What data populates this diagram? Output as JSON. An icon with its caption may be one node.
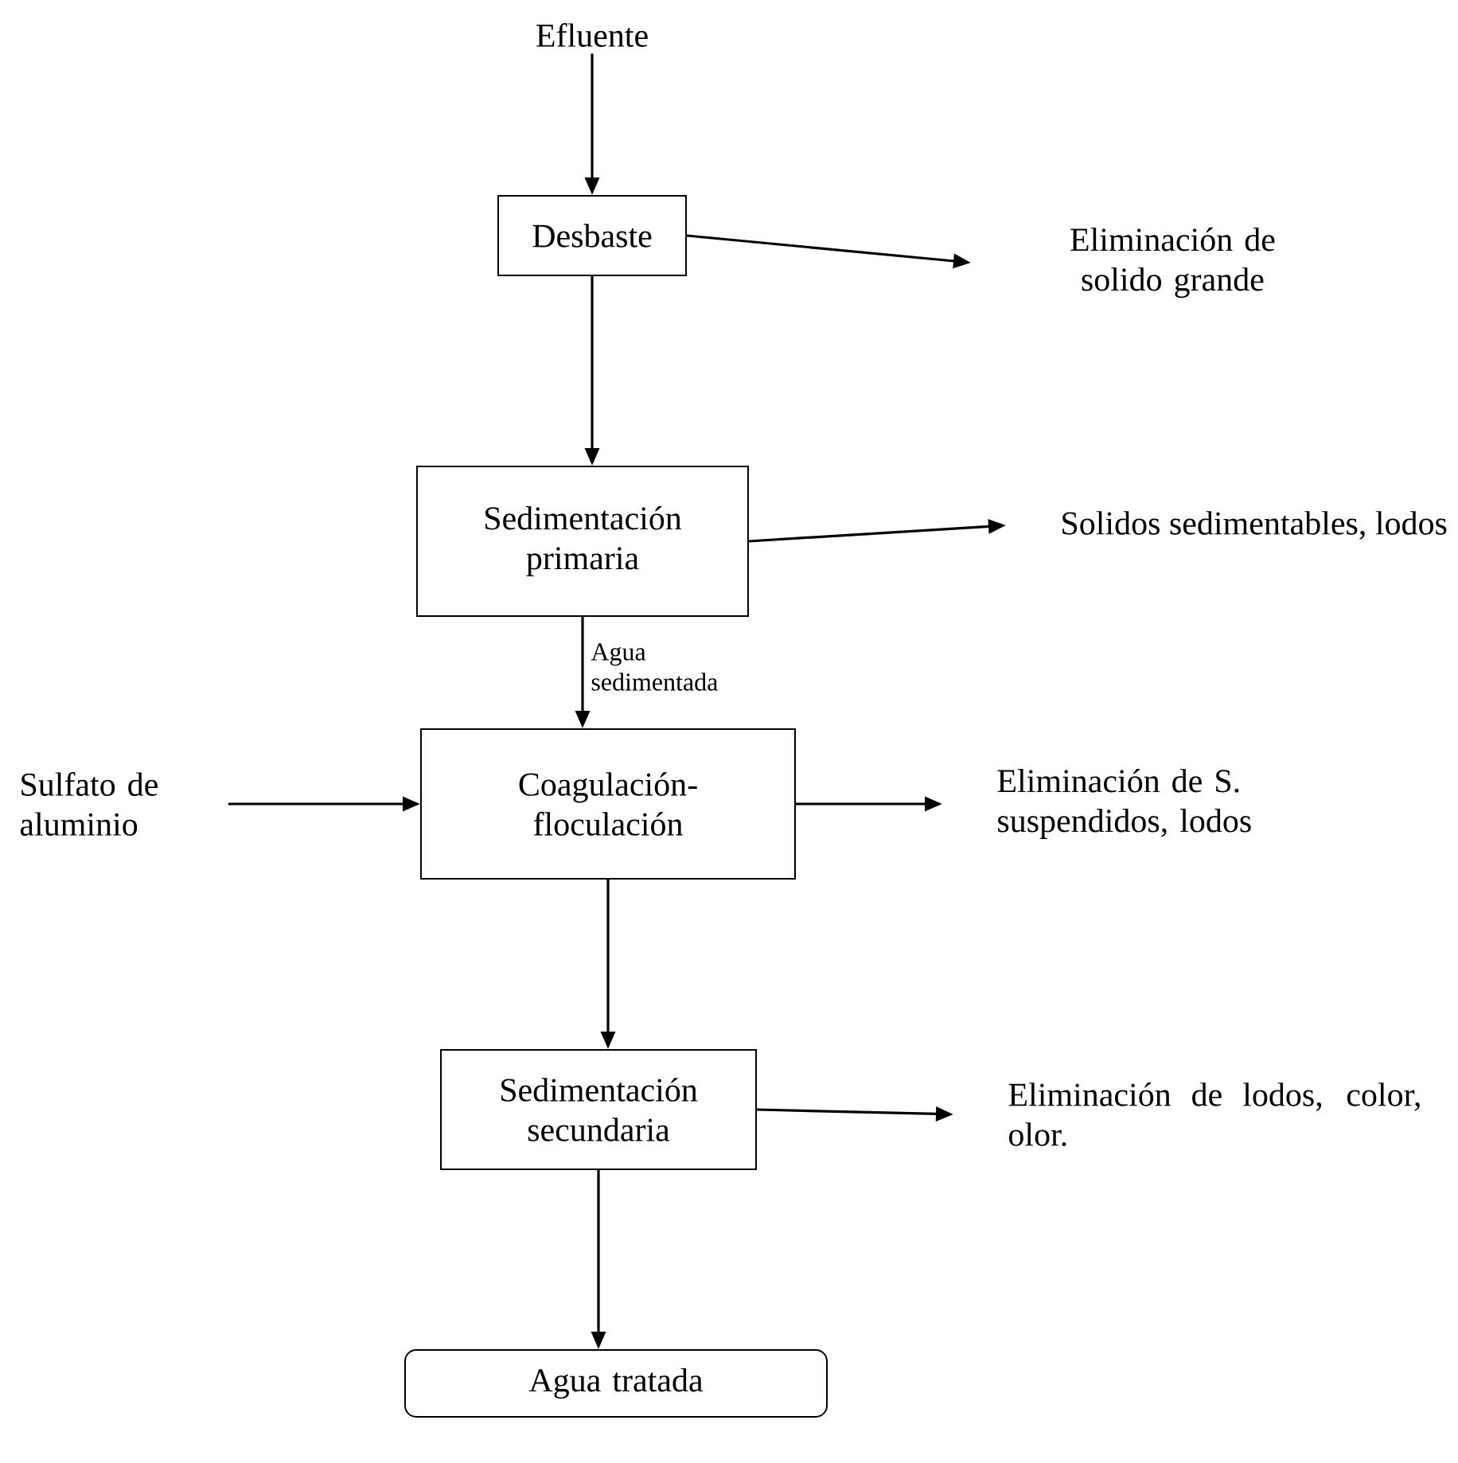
{
  "diagram": {
    "nodes": [
      {
        "text": [
          "Efluente"
        ]
      },
      {
        "text": [
          "Desbaste"
        ]
      },
      {
        "text": [
          "Eliminación de solido grande"
        ]
      },
      {
        "text": [
          "Sedimentación primaria"
        ]
      },
      {
        "text": [
          "Solidos sedimentables, lodos"
        ]
      },
      {
        "text": [
          "Coagulación-floculación"
        ]
      },
      {
        "text": [
          "Sulfato de aluminio"
        ]
      },
      {
        "text": [
          "Eliminación de S. suspendidos, lodos"
        ]
      },
      {
        "text": [
          "Sedimentación secundaria"
        ]
      },
      {
        "text": [
          "Eliminación de lodos, color, olor."
        ]
      },
      {
        "text": [
          "Agua tratada"
        ]
      }
    ],
    "edges": [
      {
        "from": 0,
        "to": 1,
        "arrow": "to"
      },
      {
        "from": 1,
        "to": 2,
        "arrow": "to"
      },
      {
        "from": 1,
        "to": 3,
        "arrow": "to"
      },
      {
        "from": 3,
        "to": 4,
        "arrow": "to"
      },
      {
        "from": 3,
        "to": 5,
        "arrow": "to",
        "label": "Agua sedimentada"
      },
      {
        "from": 6,
        "to": 5,
        "arrow": "to"
      },
      {
        "from": 5,
        "to": 7,
        "arrow": "to"
      },
      {
        "from": 5,
        "to": 8,
        "arrow": "to"
      },
      {
        "from": 8,
        "to": 9,
        "arrow": "to"
      },
      {
        "from": 8,
        "to": 10,
        "arrow": "to"
      }
    ]
  }
}
